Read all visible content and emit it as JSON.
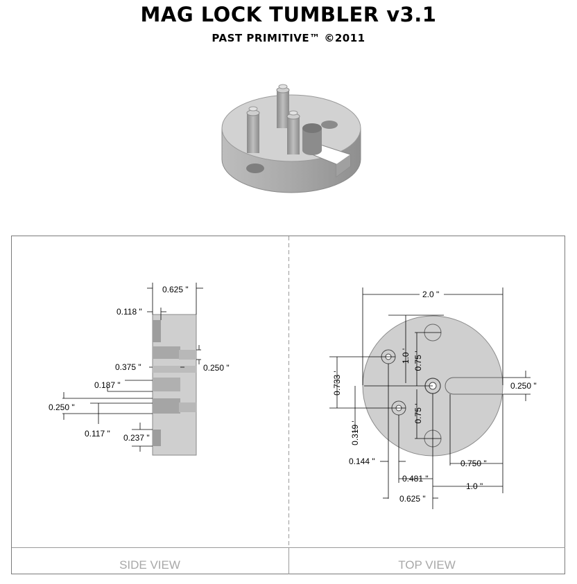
{
  "header": {
    "title": "MAG LOCK TUMBLER  v3.1",
    "subtitle": "PAST PRIMITIVE™ ©2011"
  },
  "views": {
    "side_label": "SIDE VIEW",
    "top_label": "TOP VIEW"
  },
  "side_dims": {
    "width": "0.625 \"",
    "top_bore_depth": "0.118 \"",
    "bore_depth": "0.375 \"",
    "bore_dia_right": "0.250 \"",
    "bore_dia_small": "0.187 \"",
    "bore_dia_left": "0.250 \"",
    "bore_offset": "0.117 \"",
    "bottom_bore": "0.237 \""
  },
  "top_dims": {
    "diameter": "2.0 \"",
    "slot_width": "0.250 \"",
    "pin_dist_upper": "1.0 '",
    "hole_dist_upper": "0.75 '",
    "hole_dist_lower": "0.75 '",
    "pin_span": "0.733 '",
    "pin_offset": "0.319 '",
    "pin_x_small": "0.144 \"",
    "pin_x_mid": "0.481 \"",
    "pin_x_center": "0.625 \"",
    "slot_length": "0.750 \"",
    "radius": "1.0 \""
  },
  "colors": {
    "part_fill": "#cfcfcf",
    "part_dark": "#9a9a9a",
    "frame": "#7a7a7a",
    "label": "#a8a8a8"
  }
}
